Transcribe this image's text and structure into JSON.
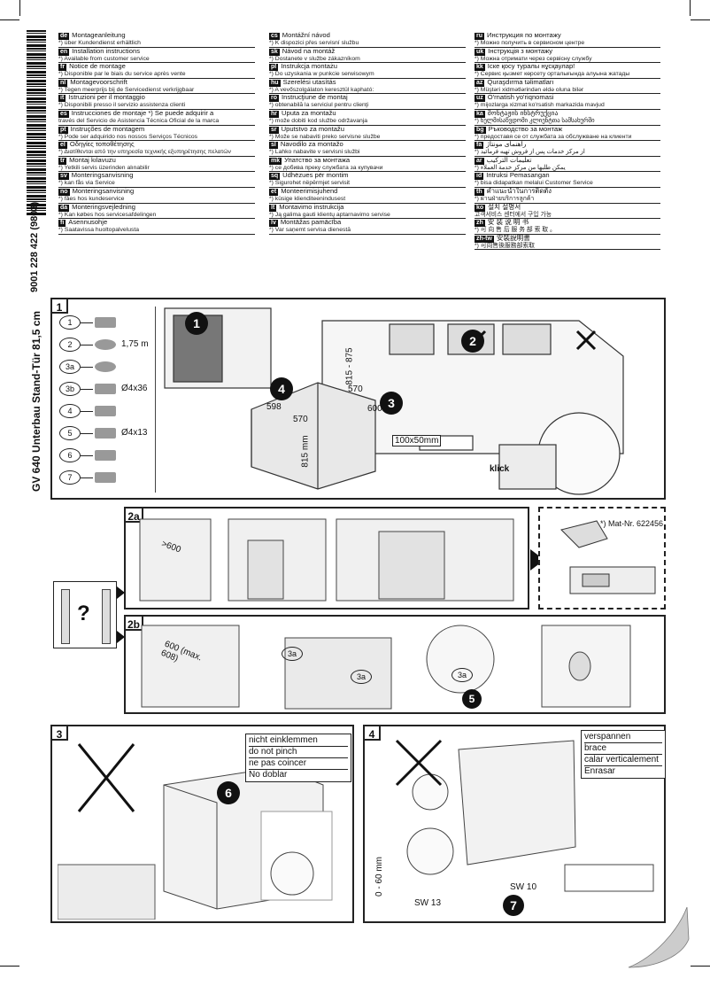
{
  "side_text": {
    "part_no": "9001 228 422 (9803)",
    "model": "GV 640 Unterbau Stand-Tür 81,5 cm"
  },
  "languages": {
    "col1": [
      {
        "code": "de",
        "title": "Montageanleitung",
        "sub": "*) über Kundendienst erhältlich"
      },
      {
        "code": "en",
        "title": "Installation instructions",
        "sub": "*) Available from customer service"
      },
      {
        "code": "fr",
        "title": "Notice de montage",
        "sub": "*) Disponible par le biais du service après vente"
      },
      {
        "code": "nl",
        "title": "Montagevoorschrift",
        "sub": "*) Tegen meerprijs bij de Servicedienst verkrijgbaar"
      },
      {
        "code": "it",
        "title": "Istruzioni per il montaggio",
        "sub": "*) Disponibili presso il servizio assistenza clienti"
      },
      {
        "code": "es",
        "title": "Instrucciones de montaje   *) Se puede adquirir a",
        "sub": "través del Servicio de Asistencia Técnica Oficial de la marca"
      },
      {
        "code": "pt",
        "title": "Instruções de montagem",
        "sub": "*) Pode ser adquirido nos nossos Serviços Técnicos"
      },
      {
        "code": "el",
        "title": "Οδηγίες τοποθέτησης",
        "sub": "*) Διατίθενται από την υπηρεσία τεχνικής εξυπηρέτησης πελατών"
      },
      {
        "code": "tr",
        "title": "Montaj kılavuzu",
        "sub": "*) Yetkili servis üzerinden alınabilir"
      },
      {
        "code": "sv",
        "title": "Monteringsanvisning",
        "sub": "*) kan fås via Service"
      },
      {
        "code": "no",
        "title": "Monteringsanvisning",
        "sub": "*) fåes hos kundeservice"
      },
      {
        "code": "da",
        "title": "Monteringsvejledning",
        "sub": "*) Kan købes hos servicesafdelingen"
      },
      {
        "code": "fi",
        "title": "Asennusohje",
        "sub": "*) Saatavissa huoltopalvelusta"
      }
    ],
    "col2": [
      {
        "code": "cs",
        "title": "Montážní návod",
        "sub": "*) K dispozici přes servisní službu"
      },
      {
        "code": "sk",
        "title": "Návod na montáž",
        "sub": "*) Dostanete v službe zákazníkom"
      },
      {
        "code": "pl",
        "title": "Instrukcja montażu",
        "sub": "*) Do uzyskania w punkcie serwisowym"
      },
      {
        "code": "hu",
        "title": "Szerelési utasítás",
        "sub": "*) A vevőszolgálaton keresztül kapható:"
      },
      {
        "code": "ro",
        "title": "Instrucţiune de montaj",
        "sub": "*) obtenabilă la serviciul pentru clienţi"
      },
      {
        "code": "hr",
        "title": "Uputa za montažu",
        "sub": "*) može dobiti kod službe održavanja"
      },
      {
        "code": "sr",
        "title": "Uputstvo za montažu",
        "sub": "*) Može se nabaviti preko servisne službe"
      },
      {
        "code": "sl",
        "title": "Navodilo za montažo",
        "sub": "*) Lahko nabavite v servisni službi"
      },
      {
        "code": "mk",
        "title": "Упатство за монтажа",
        "sub": "*) се добива преку службата за купувачи"
      },
      {
        "code": "sq",
        "title": "Udhëzues për montim",
        "sub": "*) Sigurohet nëpërmjet servisit"
      },
      {
        "code": "et",
        "title": "Montеerimisjuhend",
        "sub": "*) küsige klienditeenindusest"
      },
      {
        "code": "lt",
        "title": "Montavimo instrukcija",
        "sub": "*) Ją galima gauti klientų aptarnavimo servise"
      },
      {
        "code": "lv",
        "title": "Montāžas pamācība",
        "sub": "*) Var saņemt servisa dienestā"
      }
    ],
    "col3": [
      {
        "code": "ru",
        "title": "Инструкция по монтажу",
        "sub": "*) Можно получить в сервисном центре"
      },
      {
        "code": "uk",
        "title": "Інструкція з монтажу",
        "sub": "*) Можна отримати через сервісну службу"
      },
      {
        "code": "kk",
        "title": "Іске қосу туралы нұсқаулар!",
        "sub": "*) Сервис қызмет көрсету орталығында алуына жатады"
      },
      {
        "code": "az",
        "title": "Quraşdırma təlimatları",
        "sub": "*) Müştəri xidmətlərindən əldə oluna bilər"
      },
      {
        "code": "uz",
        "title": "O'rnatish yo'riqnomasi",
        "sub": "*) mijozlarga xizmat ko'rsatish markazida mavjud"
      },
      {
        "code": "ka",
        "title": "მონტაჟის ინსტრუქცია",
        "sub": "*) ხელმისაწვდომი კლიენტთა სამსახურში"
      },
      {
        "code": "bg",
        "title": "Ръководство за монтаж",
        "sub": "*) предоставя се от службата за обслужване на клиенти"
      },
      {
        "code": "fa",
        "title": "راهنمای مونتاژ",
        "sub": "*) از مرکز خدمات پس از فروش تهیه فرمائید"
      },
      {
        "code": "ar",
        "title": "تعليمات التركيب",
        "sub": "*) يمكن طلبها من مركز خدمة العملاء"
      },
      {
        "code": "id",
        "title": "Intruksi Pemasangan",
        "sub": "*) bisa didapatkan melalui Customer Service"
      },
      {
        "code": "th",
        "title": "คำแนะนำในการติดตั้ง",
        "sub": "*) ผ่านฝ่ายบริการลูกค้า"
      },
      {
        "code": "ko",
        "title": "설치 설명서",
        "sub": "고객서비스 센터에서 구입 가능"
      },
      {
        "code": "zh",
        "title": "安 装 说 明 书",
        "sub": "*) 可 向 售 后 服 务 部 索 取 。"
      },
      {
        "code": "zh-tw",
        "title": "安裝說明書",
        "sub": "*) 可向售後服務部索取"
      }
    ]
  },
  "step1": {
    "num": "1",
    "parts": [
      {
        "n": "1",
        "label": ""
      },
      {
        "n": "2",
        "label": "1,75 m"
      },
      {
        "n": "3a",
        "label": ""
      },
      {
        "n": "3b",
        "label": "Ø4x36"
      },
      {
        "n": "4",
        "label": ""
      },
      {
        "n": "5",
        "label": "Ø4x13"
      },
      {
        "n": "6",
        "label": ""
      },
      {
        "n": "7",
        "label": ""
      }
    ],
    "dims": {
      "w": "598",
      "d": "570",
      "h": "815 mm",
      "niche_h": "815 - 875",
      "niche_d": "570",
      "niche_w": "600",
      "hole": "100x50mm"
    },
    "klick": "klick",
    "callouts": [
      "1",
      "2",
      "3",
      "4"
    ]
  },
  "step2a": {
    "num": "2a",
    "dim": ">600",
    "mat_nr": "*) Mat-Nr. 622456"
  },
  "step2b": {
    "num": "2b",
    "dim": "600 (max. 608)",
    "callouts": [
      "3a",
      "3a",
      "3a",
      "5"
    ]
  },
  "side_q": "?",
  "step3": {
    "num": "3",
    "warnings": [
      "nicht einklemmen",
      "do not pinch",
      "ne pas coincer",
      "No doblar"
    ],
    "callout": "6"
  },
  "step4": {
    "num": "4",
    "warnings": [
      "verspannen",
      "brace",
      "calar verticalement",
      "Enrasar"
    ],
    "range": "0 - 60 mm",
    "sw1": "SW 13",
    "sw2": "SW 10",
    "callout": "7"
  }
}
